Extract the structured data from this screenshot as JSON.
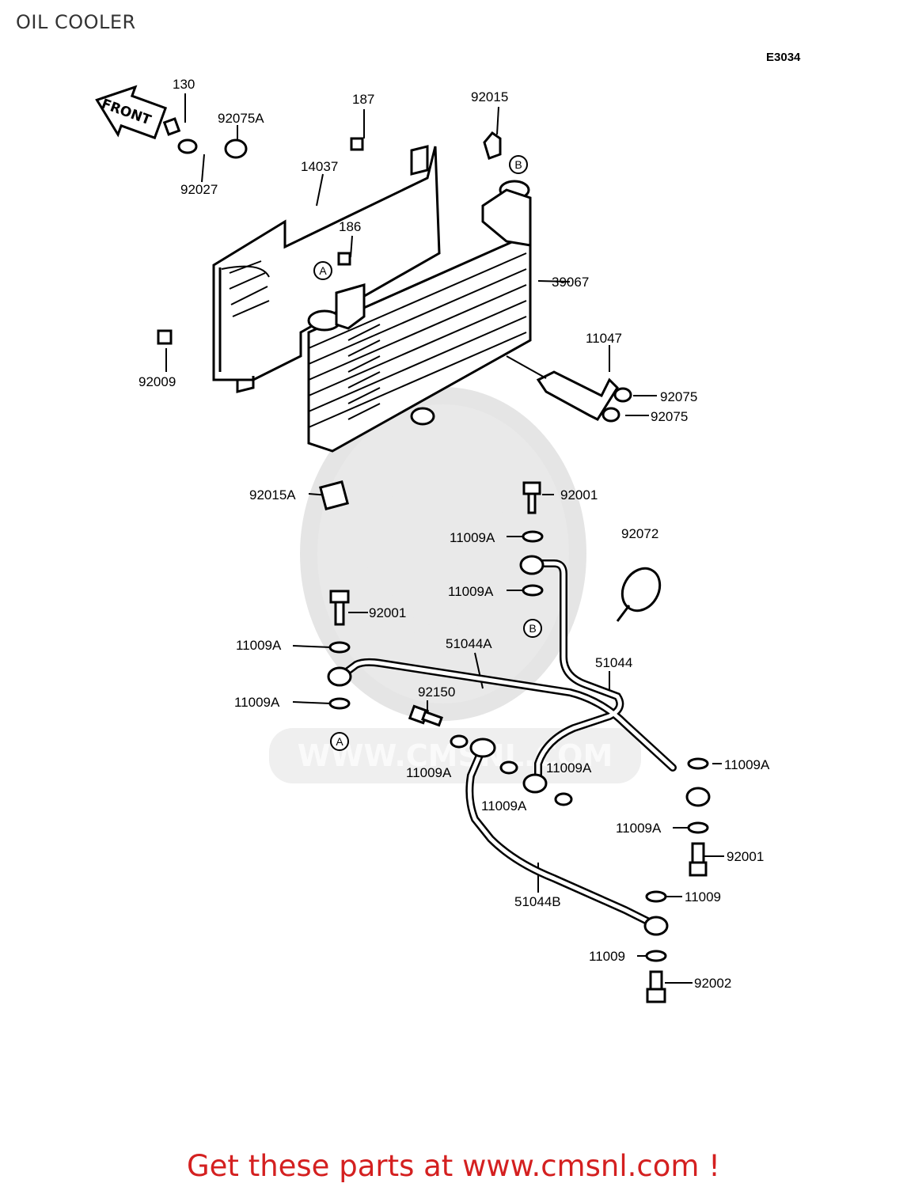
{
  "page": {
    "title": "OIL COOLER",
    "diagram_code": "E3034",
    "footer": "Get these parts at www.cmsnl.com !"
  },
  "front_arrow": {
    "label": "FRONT"
  },
  "reference_markers": [
    {
      "id": "A",
      "label": "A"
    },
    {
      "id": "B",
      "label": "B"
    }
  ],
  "part_labels": [
    "130",
    "92075A",
    "92027",
    "187",
    "92015",
    "14037",
    "186",
    "39067",
    "92009",
    "11047",
    "92075",
    "92075",
    "92015A",
    "92001",
    "11009A",
    "92072",
    "11009A",
    "92001",
    "11009A",
    "51044A",
    "51044",
    "11009A",
    "92150",
    "11009A",
    "11009A",
    "11009A",
    "11009A",
    "11009A",
    "92001",
    "51044B",
    "11009",
    "11009",
    "92002"
  ],
  "watermark": "WWW.CMSNL.COM"
}
